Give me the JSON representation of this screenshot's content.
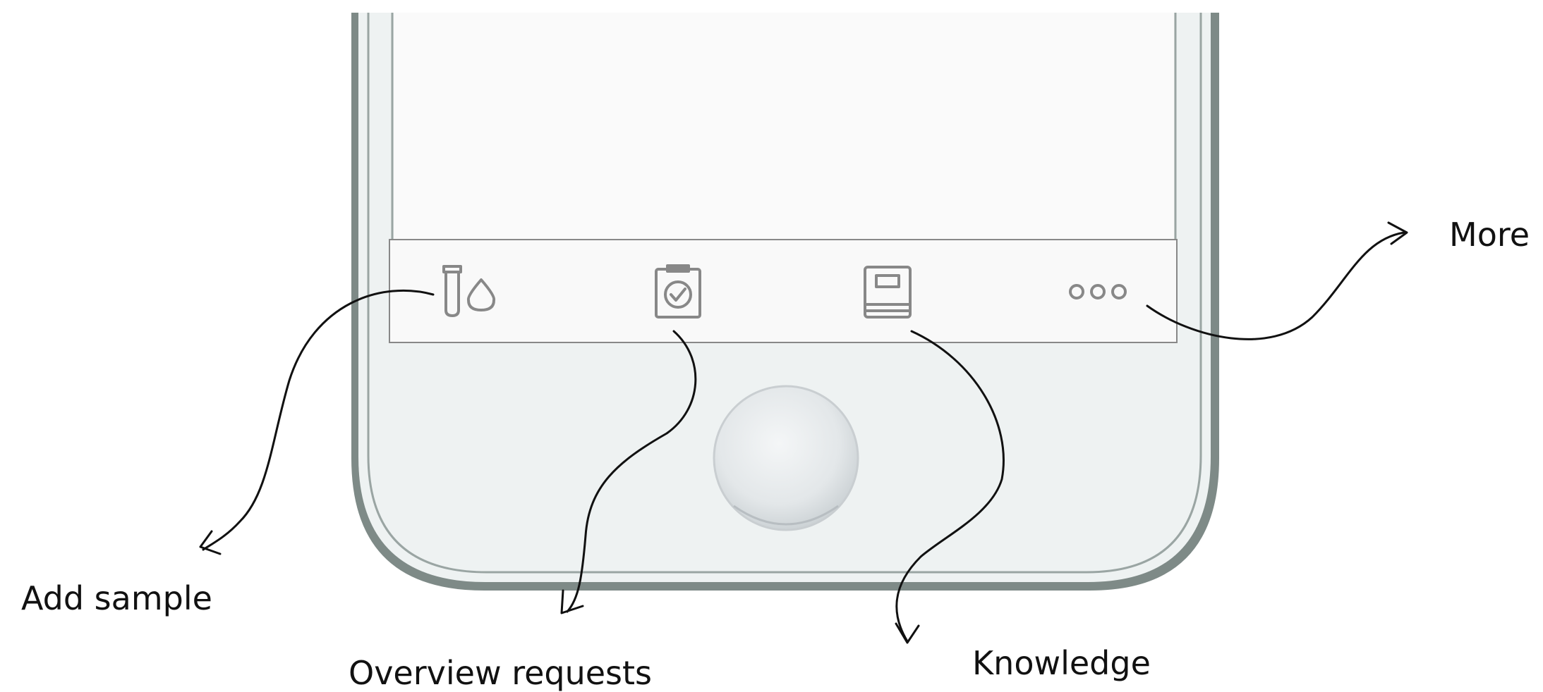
{
  "tab_bar": {
    "items": [
      {
        "icon": "sample-tube-drop-icon",
        "label": "Add sample"
      },
      {
        "icon": "clipboard-check-icon",
        "label": "Overview requests"
      },
      {
        "icon": "book-icon",
        "label": "Knowledge"
      },
      {
        "icon": "more-dots-icon",
        "label": "More"
      }
    ]
  },
  "colors": {
    "phone_frame": "#7e8a87",
    "phone_body": "#eef2f2",
    "screen": "#fafafa",
    "icon_stroke": "#888888",
    "annotation_ink": "#111111"
  }
}
